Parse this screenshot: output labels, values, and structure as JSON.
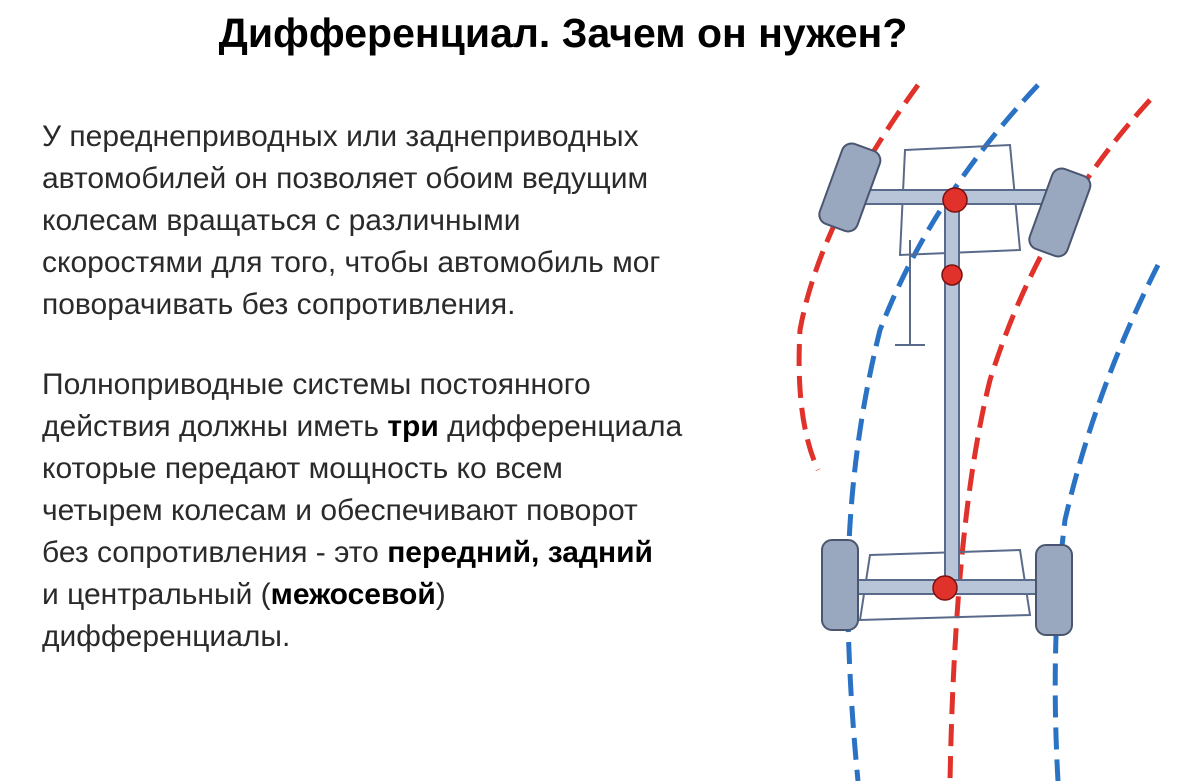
{
  "title": "Дифференциал. Зачем он нужен?",
  "paragraph1": [
    "У переднеприводных или заднеприводных",
    "автомобилей он позволяет обоим ведущим",
    "колесам вращаться с различными",
    "скоростями для того, чтобы автомобиль мог",
    "поворачивать без сопротивления."
  ],
  "paragraph2": {
    "l1": "Полноприводные системы постоянного",
    "l2a": "действия должны иметь ",
    "l2b": "три",
    "l2c": " дифференциала",
    "l3": "которые передают мощность ко всем",
    "l4": "четырем колесам и обеспечивают поворот",
    "l5a": "без сопротивления - это ",
    "l5b": "передний, задний",
    "l6a": "и центральный (",
    "l6b": "межосевой",
    "l6c": ")",
    "l7": "дифференциалы."
  },
  "colors": {
    "red": "#e0322a",
    "blue": "#2a72c4",
    "chassis": "#5a6a8a"
  }
}
